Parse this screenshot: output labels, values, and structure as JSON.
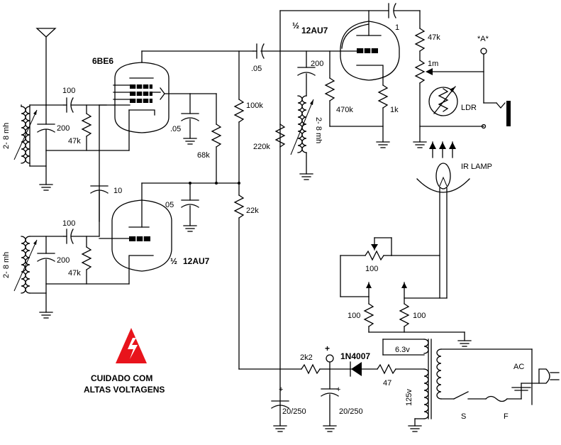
{
  "tubes": {
    "v1": "6BE6",
    "v2": "½ 12AU7",
    "v3": "½ 12AU7"
  },
  "labels": {
    "c100a": "100",
    "c200a": "200",
    "r47ka": "47k",
    "coil2_8a": "2- 8 mh",
    "c05a": ".05",
    "r68k": "68k",
    "r100k": "100k",
    "c05b": ".05",
    "r220k": "220k",
    "c200b": "200",
    "coil2_8b": "2- 8 mh",
    "r470k": "470k",
    "r1k": "1k",
    "pin1": "1",
    "r47kb": "47k",
    "pot1m": "1m",
    "pointA": "*A*",
    "ldr": "LDR",
    "ir_lamp": "IR  LAMP",
    "c10": "10",
    "c05c": ".05",
    "r22k": "22k",
    "c100b": "100",
    "c200c": "200",
    "r47kc": "47k",
    "coil2_8c": "2- 8 mh",
    "pot100": "100",
    "r100a": "100",
    "r100b": "100",
    "v63": "6.3v",
    "r2k2": "2k2",
    "diode": "1N4007",
    "plus": "+",
    "r47": "47",
    "v125": "125v",
    "ac": "AC",
    "sw": "S",
    "fuse": "F",
    "cap1": "20/250",
    "cap2": "20/250",
    "half": "½"
  },
  "warning": {
    "line1": "CUIDADO    COM",
    "line2": "ALTAS VOLTAGENS",
    "color": "#e8141c"
  }
}
